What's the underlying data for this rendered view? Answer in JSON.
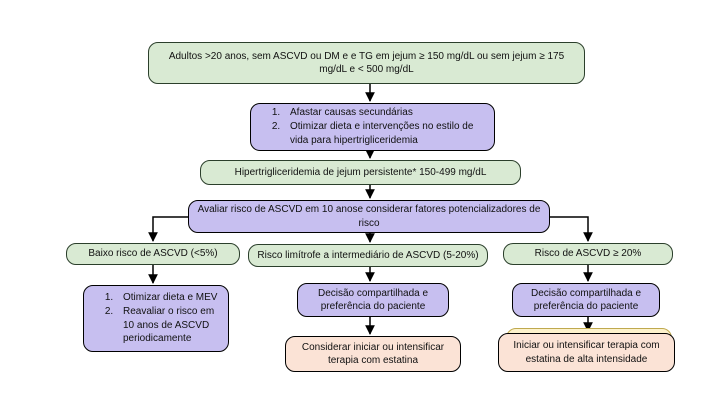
{
  "flowchart": {
    "nodes": {
      "criteria": {
        "text": "Adultos >20 anos, sem ASCVD ou DM e e TG em jejum ≥ 150 mg/dL ou sem jejum ≥ 175 mg/dL e < 500 mg/dL"
      },
      "initial_steps": {
        "items": [
          "Afastar causas secundárias",
          "Otimizar dieta e intervenções no estilo de vida para hipertrigliceridemia"
        ]
      },
      "persistent": {
        "text": "Hipertrigliceridemia de jejum persistente* 150-499 mg/dL"
      },
      "assess_risk": {
        "text": "Avaliar risco de ASCVD em 10 anose considerar fatores potencializadores de risco"
      },
      "low_risk": {
        "text": "Baixo risco de ASCVD (<5%)"
      },
      "low_risk_steps": {
        "items": [
          "Otimizar dieta e MEV",
          "Reavaliar o risco em 10 anos de ASCVD periodicamente"
        ]
      },
      "mid_risk": {
        "text": "Risco limítrofe a intermediário de ASCVD (5-20%)"
      },
      "mid_decision": {
        "text": "Decisão compartilhada e preferência do paciente"
      },
      "mid_action": {
        "text": "Considerar iniciar ou intensificar terapia com estatina"
      },
      "high_risk": {
        "text": "Risco de ASCVD ≥ 20%"
      },
      "high_decision": {
        "text": "Decisão compartilhada e preferência do paciente"
      },
      "high_action": {
        "text": "Iniciar ou intensificar terapia com estatina de alta intensidade"
      }
    },
    "colors": {
      "green_fill": "#d9ead3",
      "green_border": "#2b3f2b",
      "purple_fill": "#c7bff0",
      "purple_border": "#000000",
      "orange_fill": "#fbe3d6",
      "orange_border": "#000000",
      "yellow_fill": "#fdf2cc",
      "yellow_border": "#bfa94e",
      "arrow": "#000000"
    }
  }
}
